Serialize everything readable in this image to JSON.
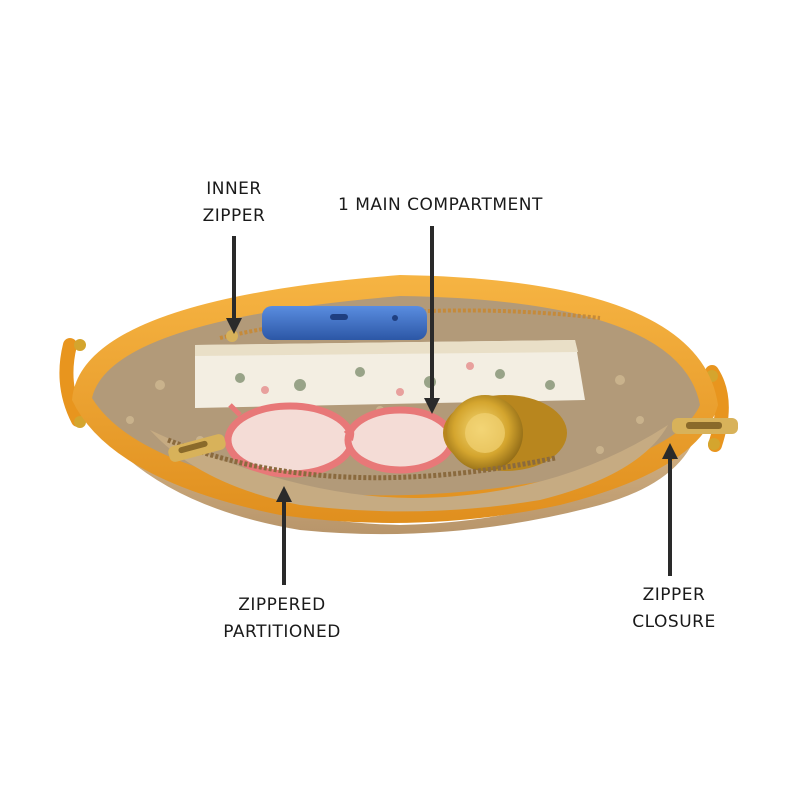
{
  "image": {
    "background_color": "#ffffff",
    "colors": {
      "bag_orange": "#f0a52c",
      "bag_orange_dark": "#d8861a",
      "bag_tan": "#c9a87c",
      "lining": "#b59e7e",
      "phone_blue": "#3d6fc4",
      "glasses_pink": "#e87878",
      "gold": "#d4a52e",
      "arrow": "#2a2a2a"
    }
  },
  "labels": {
    "inner_zipper": [
      "INNER",
      "ZIPPER"
    ],
    "main_compartment": [
      "1 MAIN COMPARTMENT"
    ],
    "zippered_partitioned": [
      "ZIPPERED",
      "PARTITIONED"
    ],
    "zipper_closure": [
      "ZIPPER",
      "CLOSURE"
    ]
  }
}
